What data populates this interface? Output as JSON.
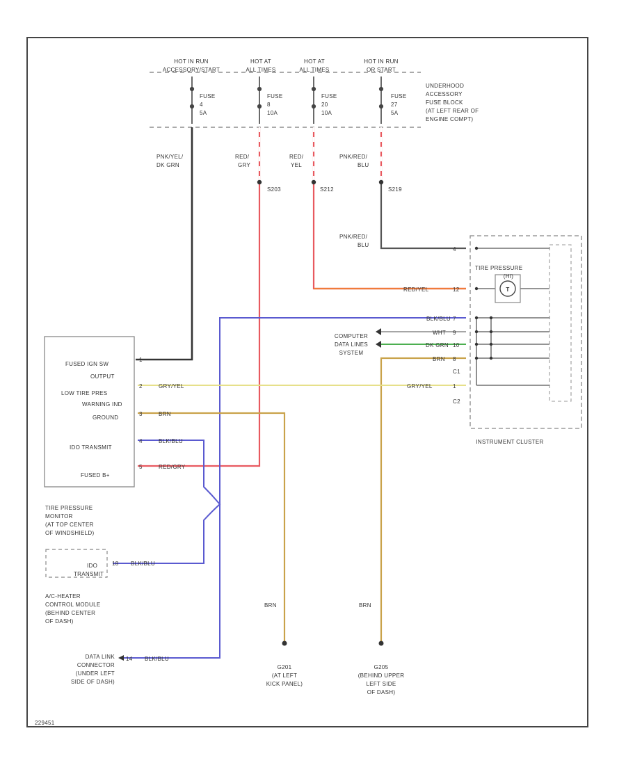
{
  "fuse_block": {
    "label": [
      "UNDERHOOD",
      "ACCESSORY",
      "FUSE BLOCK",
      "(AT LEFT REAR OF",
      "ENGINE COMPT)"
    ],
    "feeds": [
      {
        "line1": "HOT IN RUN",
        "line2": "ACCESSORY/START",
        "fuse": "FUSE",
        "num": "4",
        "amp": "5A"
      },
      {
        "line1": "HOT AT",
        "line2": "ALL TIMES",
        "fuse": "FUSE",
        "num": "8",
        "amp": "10A"
      },
      {
        "line1": "HOT AT",
        "line2": "ALL TIMES",
        "fuse": "FUSE",
        "num": "20",
        "amp": "10A"
      },
      {
        "line1": "HOT IN RUN",
        "line2": "OR START",
        "fuse": "FUSE",
        "num": "27",
        "amp": "5A"
      }
    ]
  },
  "wires": {
    "pnk_yel_dk_grn": [
      "PNK/YEL/",
      "DK GRN"
    ],
    "red_gry": [
      "RED/",
      "GRY"
    ],
    "red_yel": [
      "RED/",
      "YEL"
    ],
    "pnk_red_blu_top": [
      "PNK/RED/",
      "BLU"
    ],
    "pnk_red_blu_mid": [
      "PNK/RED/",
      "BLU"
    ],
    "red_yel_cluster": "RED/YEL",
    "blk_blu_cluster": "BLK/BLU",
    "wht": "WHT",
    "dk_grn": "DK GRN",
    "brn_cluster": "BRN",
    "gry_yel_left": "GRY/YEL",
    "gry_yel_right": "GRY/YEL",
    "brn_left": "BRN",
    "blk_blu_left": "BLK/BLU",
    "red_gry_left": "RED/GRY",
    "blk_blu_hvac": "BLK/BLU",
    "blk_blu_dlc": "BLK/BLU",
    "brn_g201": "BRN",
    "brn_g205": "BRN"
  },
  "splices": {
    "s203": "S203",
    "s212": "S212",
    "s219": "S219"
  },
  "cluster": {
    "title": "INSTRUMENT CLUSTER",
    "gauge_label": "TIRE PRESSURE",
    "gauge_sublabel": "(HI)",
    "pins": {
      "p1": "4",
      "p2": "12",
      "p3": "7",
      "p4": "9",
      "p5": "10",
      "p6": "8",
      "p7": "1"
    },
    "connectors": {
      "c1": "C1",
      "c2": "C2"
    }
  },
  "computer_data": [
    "COMPUTER",
    "DATA LINES",
    "SYSTEM"
  ],
  "tpm_module": {
    "labels": [
      "FUSED IGN SW",
      "OUTPUT",
      "LOW TIRE PRES",
      "WARNING IND",
      "GROUND",
      "IDO TRANSMIT",
      "FUSED B+"
    ],
    "pins": [
      "1",
      "2",
      "3",
      "4",
      "5"
    ],
    "caption": [
      "TIRE PRESSURE",
      "MONITOR",
      "(AT TOP CENTER",
      "OF WINDSHIELD)"
    ]
  },
  "hvac": {
    "box_label": [
      "IDO",
      "TRANSMIT"
    ],
    "pin": "18",
    "caption": [
      "A/C-HEATER",
      "CONTROL MODULE",
      "(BEHIND CENTER",
      "OF DASH)"
    ]
  },
  "dlc": {
    "pin": "14",
    "caption": [
      "DATA LINK",
      "CONNECTOR",
      "(UNDER LEFT",
      "SIDE OF DASH)"
    ]
  },
  "grounds": {
    "g201": [
      "G201",
      "(AT LEFT",
      "KICK PANEL)"
    ],
    "g205": [
      "G205",
      "(BEHIND UPPER",
      "LEFT SIDE",
      "OF DASH)"
    ]
  },
  "figure_code": "229451",
  "colors": {
    "black": "#2a2a2a",
    "red": "#e8595f",
    "orange": "#f07b3a",
    "blue": "#5a5ad0",
    "green": "#4caf50",
    "yellow": "#e6e08a",
    "brown": "#c9a24a",
    "gray": "#888888"
  }
}
